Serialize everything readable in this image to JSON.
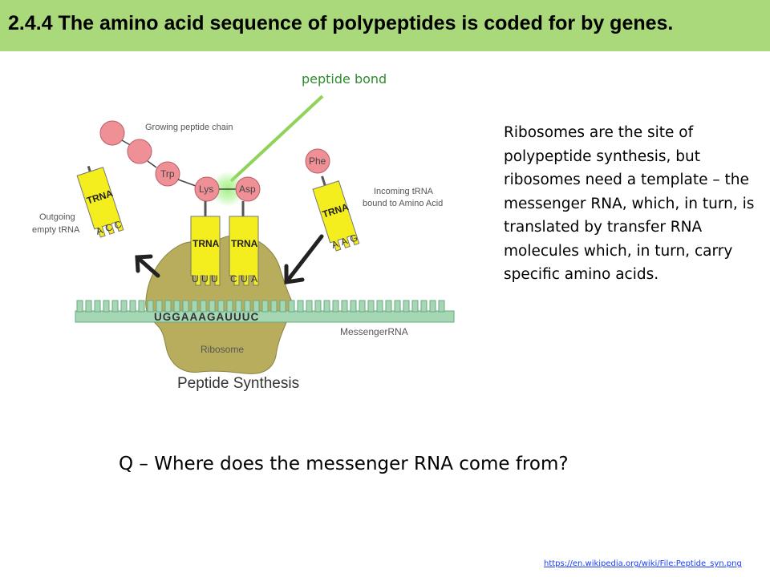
{
  "title": "2.4.4 The amino acid sequence of polypeptides is coded for by genes.",
  "diagram": {
    "peptide_bond_label": "peptide bond",
    "growing_chain_label": "Growing peptide chain",
    "outgoing_label_1": "Outgoing",
    "outgoing_label_2": "empty tRNA",
    "incoming_label_1": "Incoming  tRNA",
    "incoming_label_2": "bound to Amino Acid",
    "trna_label": "TRNA",
    "amino_acids": [
      "Trp",
      "Lys",
      "Asp",
      "Phe"
    ],
    "anticodons": {
      "outgoing": [
        "A",
        "C",
        "C"
      ],
      "lys": [
        "U",
        "U",
        "U"
      ],
      "asp": [
        "C",
        "U",
        "A"
      ],
      "incoming": [
        "A",
        "A",
        "G"
      ]
    },
    "mrna_sequence": "UGGAAAGAUUUC",
    "mrna_label": "MessengerRNA",
    "ribosome_label": "Ribosome",
    "caption": "Peptide Synthesis"
  },
  "body_text": "Ribosomes are the site of polypeptide synthesis, but ribosomes need a template – the messenger RNA, which, in turn, is translated by transfer RNA molecules which, in turn, carry specific amino acids.",
  "question": "Q – Where does the messenger RNA come from?",
  "source_link": "https://en.wikipedia.org/wiki/File:Peptide_syn.png",
  "colors": {
    "title_bar": "#a9d97a",
    "peptide_bond": "#8fd35a",
    "trna_fill": "#f5ee1e",
    "amino_acid_fill": "#ef8f96",
    "ribosome_fill": "#b7ad5d",
    "mrna_fill": "#a6d7b4",
    "link": "#1a3cff"
  }
}
